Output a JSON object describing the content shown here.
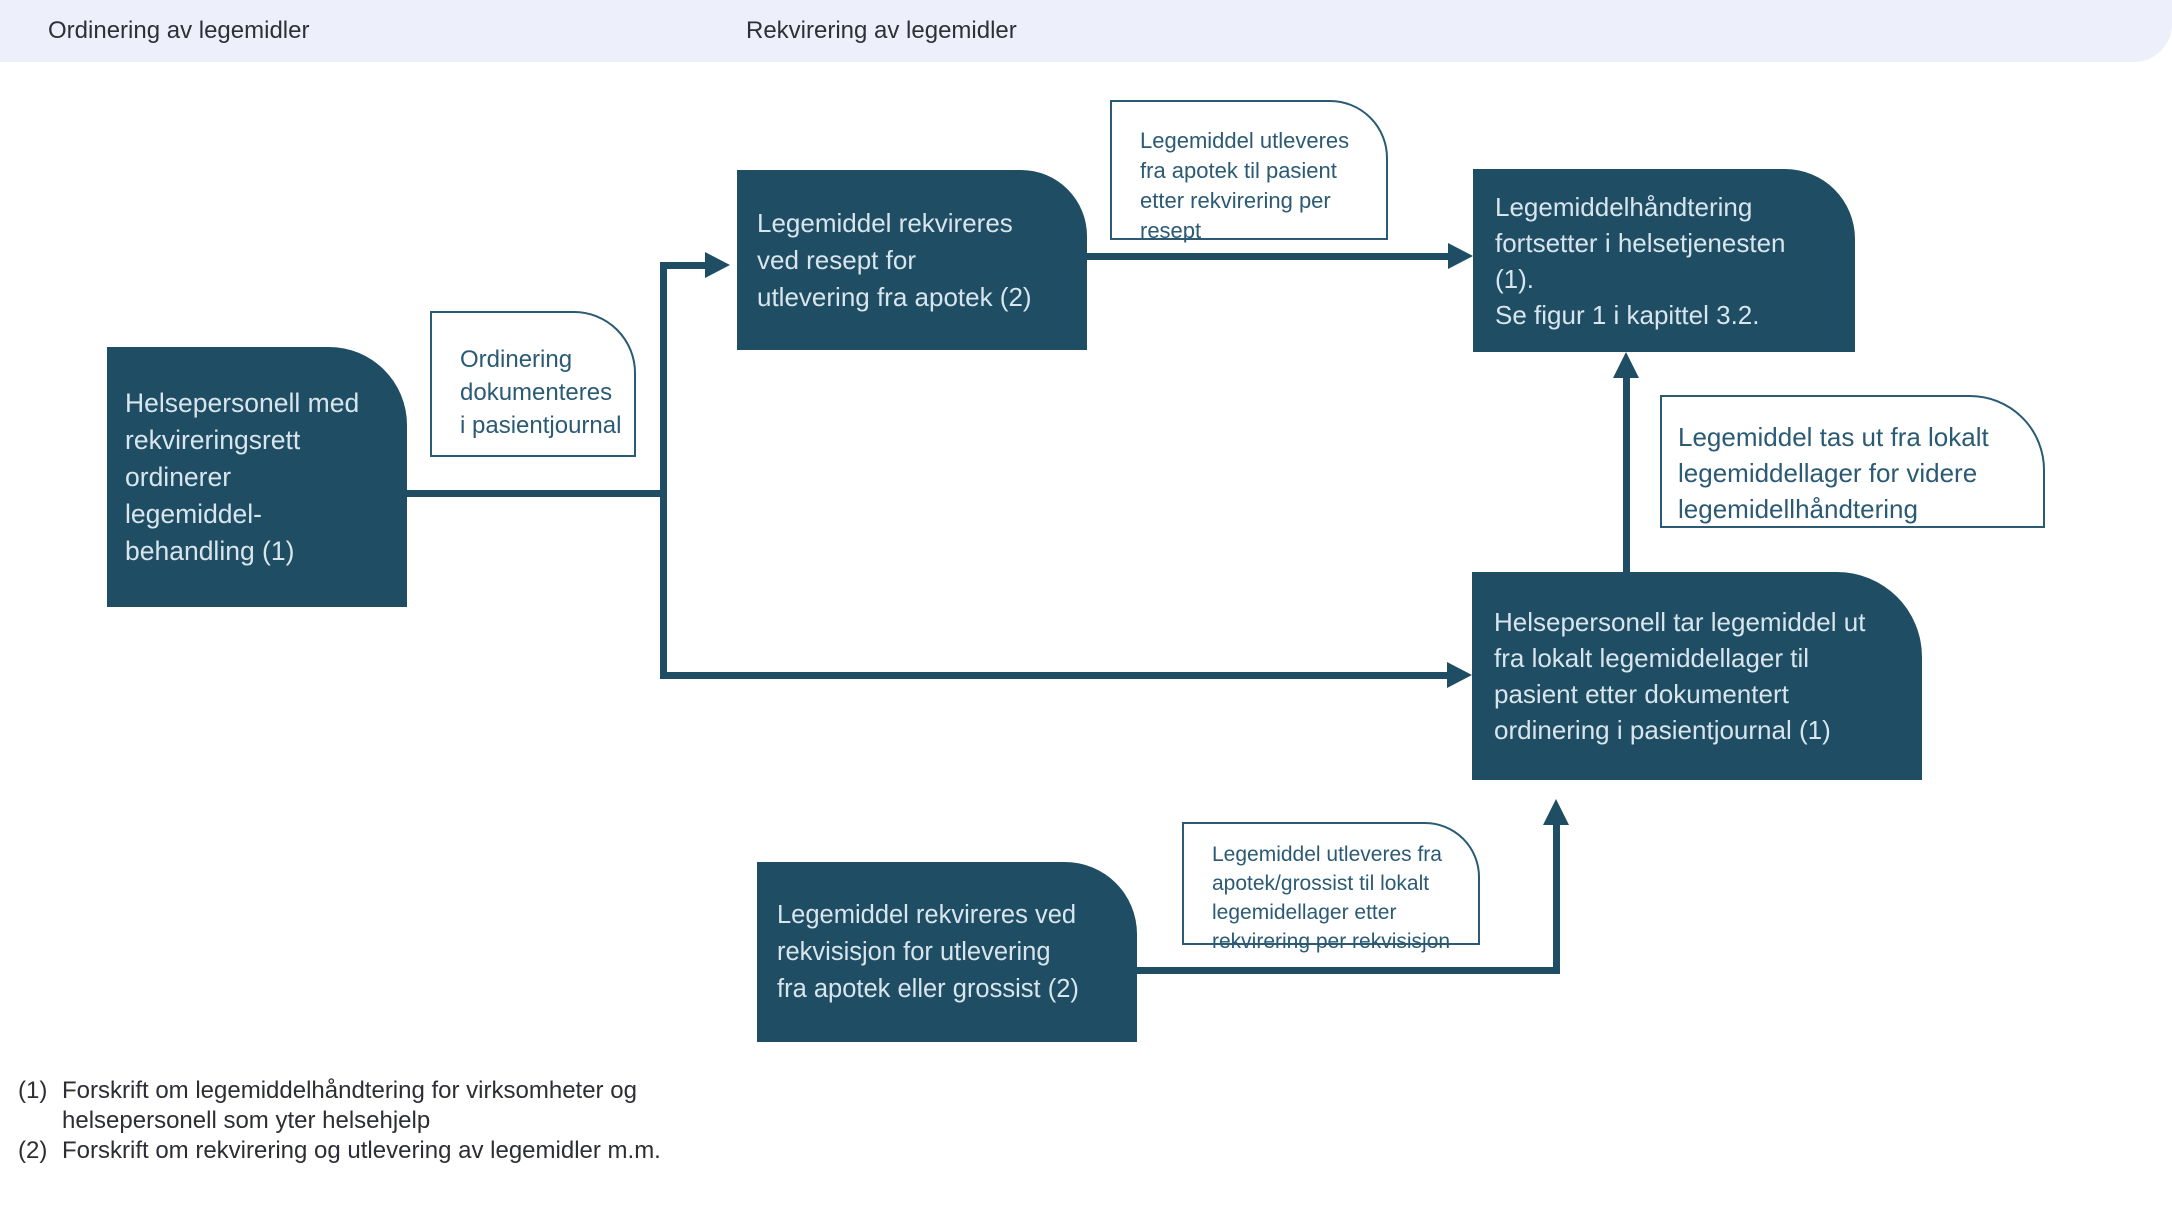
{
  "colors": {
    "header_bg": "#EDF0FA",
    "header_text": "#2D3038",
    "node_fill": "#1F4D63",
    "node_text": "#D8E5EC",
    "note_border": "#2B5A74",
    "note_text": "#2B5A74",
    "connector": "#1F4D63",
    "footnote_text": "#2C2E33"
  },
  "header": {
    "labels": [
      {
        "text": "Ordinering av legemidler"
      },
      {
        "text": "Rekvirering av legemidler"
      }
    ]
  },
  "nodes": [
    {
      "id": "helsepersonell-ordinerer",
      "text": "Helsepersonell med\nrekvireringsrett\nordinerer\nlegemiddel-\nbehandling (1)"
    },
    {
      "id": "rekvireres-resept",
      "text": "Legemiddel rekvireres\nved resept for\nutlevering fra apotek (2)"
    },
    {
      "id": "handtering-fortsetter",
      "text": "Legemiddelhåndtering\nfortsetter i helsetjenesten\n(1).\nSe figur 1 i kapittel 3.2."
    },
    {
      "id": "helsepersonell-tar-ut",
      "text": "Helsepersonell tar legemiddel ut\nfra lokalt legemiddellager til\npasient etter dokumentert\nordinering i pasientjournal (1)"
    },
    {
      "id": "rekvireres-rekvisisjon",
      "text": "Legemiddel rekvireres ved\nrekvisisjon for utlevering\nfra apotek eller grossist (2)"
    }
  ],
  "notes": [
    {
      "id": "ordinering-dokumenteres",
      "text": "Ordinering\ndokumenteres\ni pasientjournal"
    },
    {
      "id": "utleveres-resept",
      "text": "Legemiddel utleveres\nfra apotek til pasient\netter rekvirering per\nresept"
    },
    {
      "id": "tas-ut-lager",
      "text": "Legemiddel tas ut fra lokalt\nlegemiddellager for videre\nlegemidellhåndtering"
    },
    {
      "id": "utleveres-rekvisisjon",
      "text": "Legemiddel utleveres fra\napotek/grossist til lokalt\nlegemidellager etter\nrekvirering per rekvisisjon"
    }
  ],
  "footnotes": [
    {
      "marker": "(1)",
      "text": "Forskrift om legemiddelhåndtering for virksomheter og\nhelsepersonell som yter helsehjelp"
    },
    {
      "marker": "(2)",
      "text": "Forskrift om rekvirering og utlevering av legemidler m.m."
    }
  ]
}
